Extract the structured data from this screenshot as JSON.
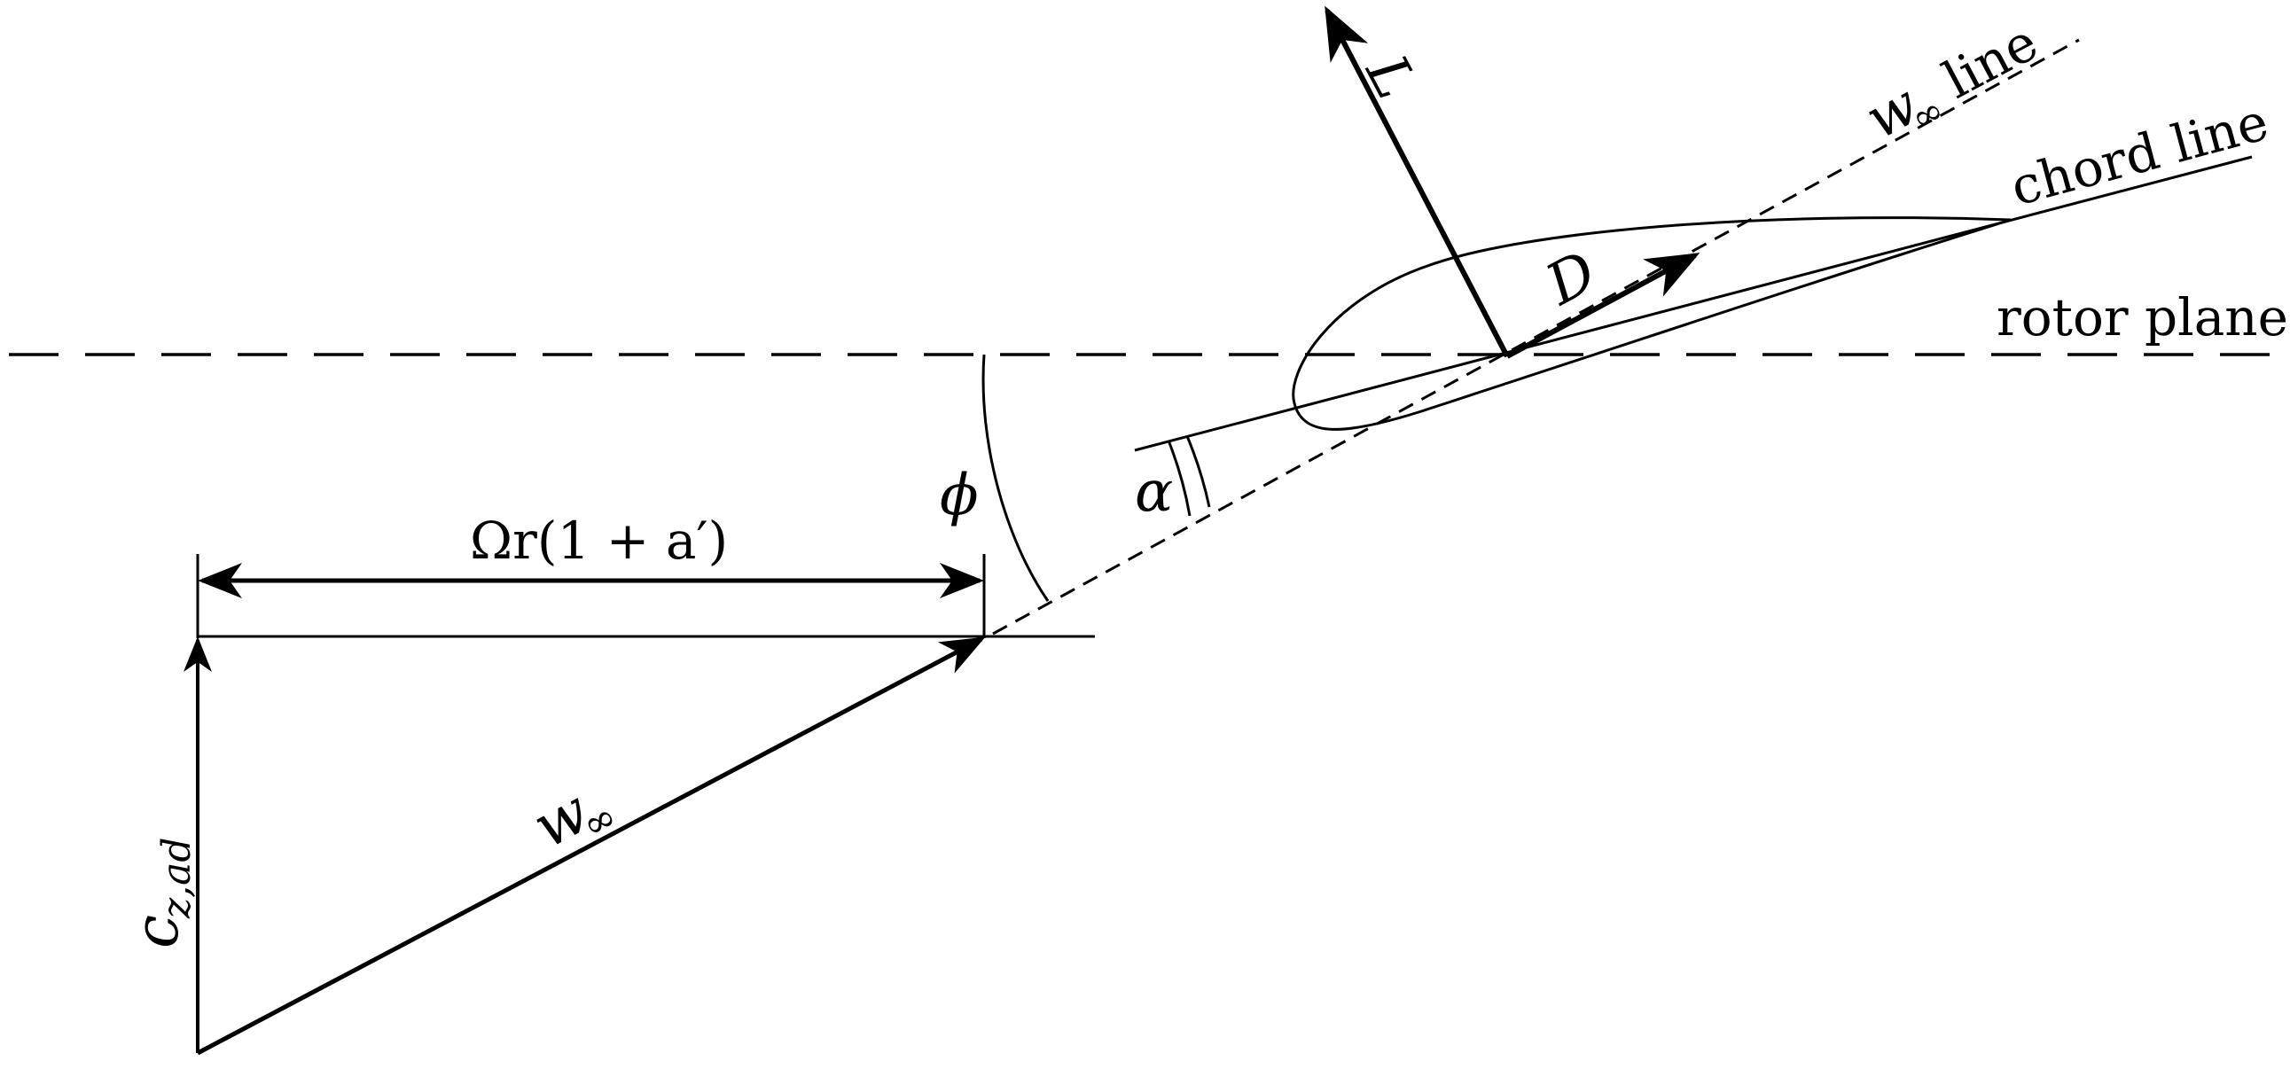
{
  "labels": {
    "lift": "L",
    "drag": "D",
    "w_inf_line_symbol": "w",
    "w_inf_line_sub": "∞",
    "w_inf_line_word": "line",
    "chord_line": "chord line",
    "rotor_plane": "rotor plane",
    "phi": "ϕ",
    "alpha": "α",
    "omega_r": "Ωr(1 + a′)",
    "w_inf_vec_symbol": "w",
    "w_inf_vec_sub": "∞",
    "c_main": "c",
    "c_sub": "z,ad"
  },
  "colors": {
    "ink": "#000000",
    "background": "#ffffff"
  }
}
